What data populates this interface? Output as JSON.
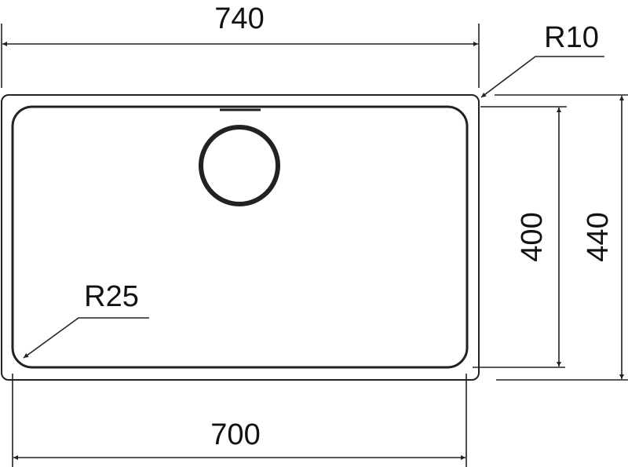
{
  "drawing": {
    "dimensions": {
      "overall_width": "740",
      "bowl_width": "700",
      "bowl_depth": "400",
      "overall_depth": "440",
      "outer_radius": "R10",
      "bowl_radius": "R25"
    },
    "colors": {
      "line": "#222222",
      "background": "#ffffff"
    }
  }
}
